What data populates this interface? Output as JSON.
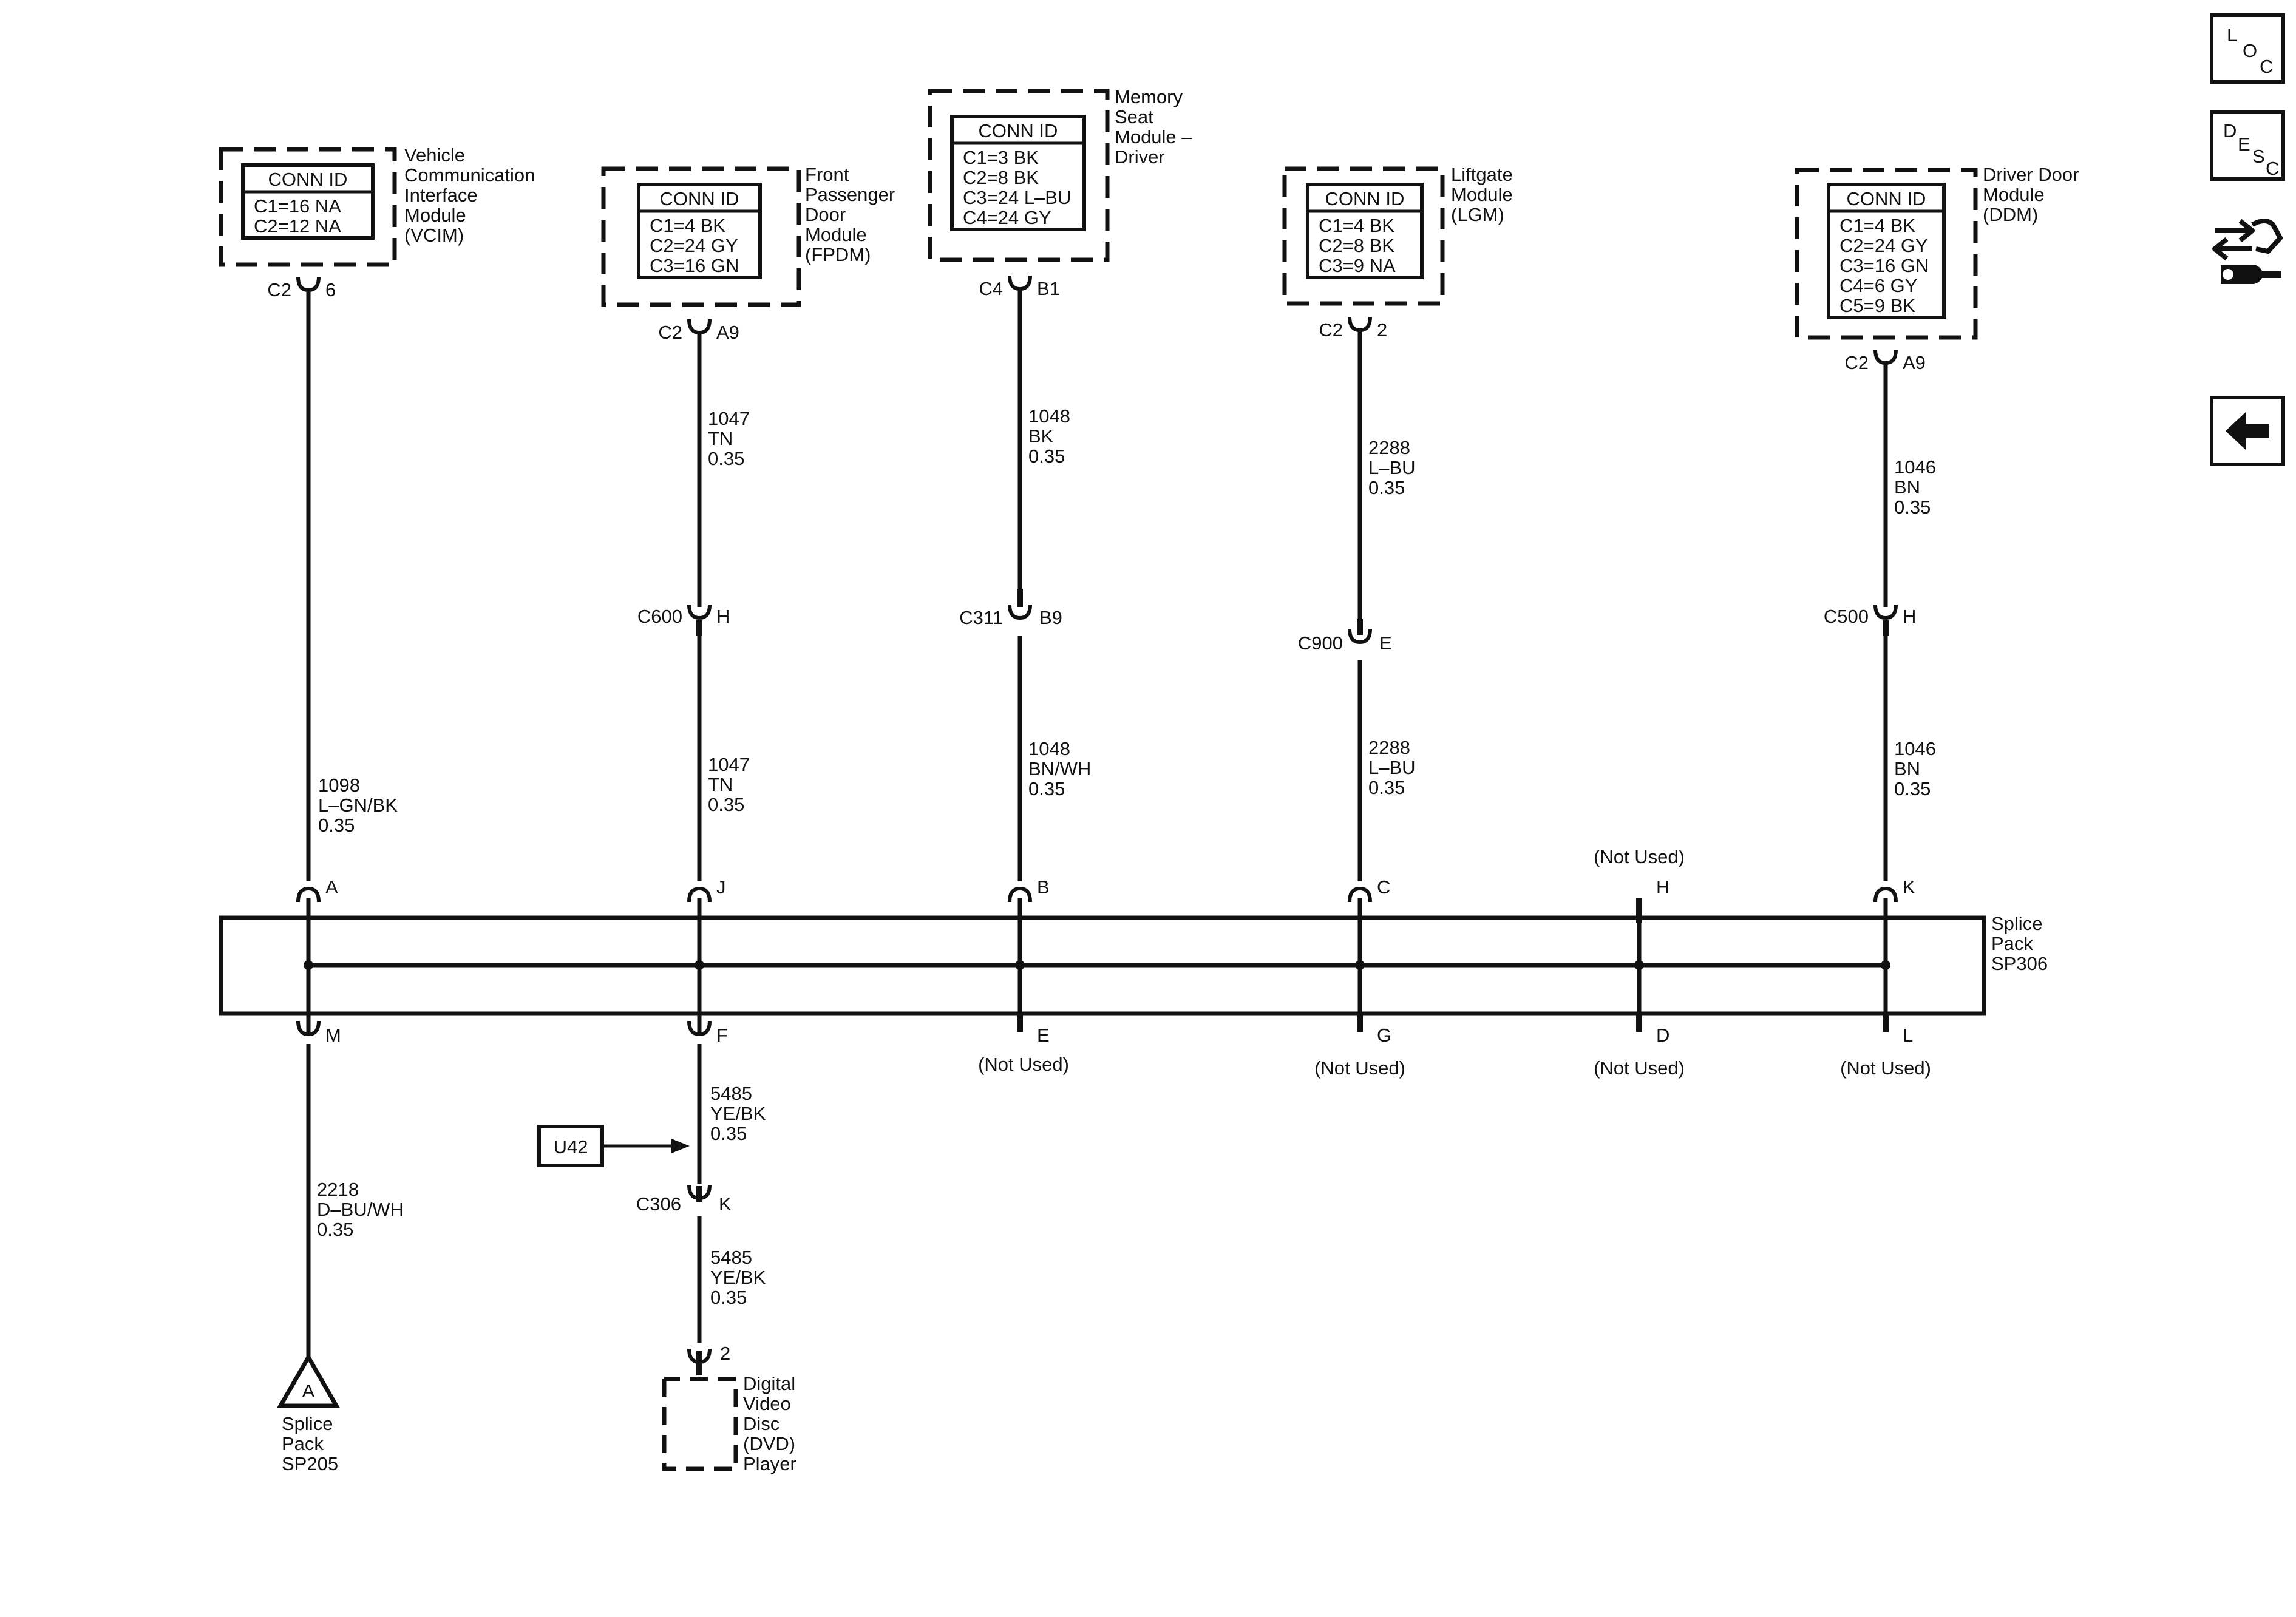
{
  "modules": {
    "vcim": {
      "title": [
        "Vehicle",
        "Communication",
        "Interface",
        "Module",
        "(VCIM)"
      ],
      "header": "CONN ID",
      "rows": [
        "C1=16 NA",
        "C2=12 NA"
      ],
      "pin_left": "C2",
      "pin_right": "6"
    },
    "fpdm": {
      "title": [
        "Front",
        "Passenger",
        "Door",
        "Module",
        "(FPDM)"
      ],
      "header": "CONN ID",
      "rows": [
        "C1=4 BK",
        "C2=24 GY",
        "C3=16 GN"
      ],
      "pin_left": "C2",
      "pin_right": "A9"
    },
    "msm": {
      "title": [
        "Memory",
        "Seat",
        "Module –",
        "Driver"
      ],
      "header": "CONN ID",
      "rows": [
        "C1=3 BK",
        "C2=8 BK",
        "C3=24 L–BU",
        "C4=24 GY"
      ],
      "pin_left": "C4",
      "pin_right": "B1"
    },
    "lgm": {
      "title": [
        "Liftgate",
        "Module",
        "(LGM)"
      ],
      "header": "CONN ID",
      "rows": [
        "C1=4 BK",
        "C2=8 BK",
        "C3=9 NA"
      ],
      "pin_left": "C2",
      "pin_right": "2"
    },
    "ddm": {
      "title": [
        "Driver Door",
        "Module",
        "(DDM)"
      ],
      "header": "CONN ID",
      "rows": [
        "C1=4 BK",
        "C2=24 GY",
        "C3=16 GN",
        "C4=6 GY",
        "C5=9 BK"
      ],
      "pin_left": "C2",
      "pin_right": "A9"
    }
  },
  "wires": {
    "fpdm_upper": [
      "1047",
      "TN",
      "0.35"
    ],
    "msm_upper": [
      "1048",
      "BK",
      "0.35"
    ],
    "lgm_upper": [
      "2288",
      "L–BU",
      "0.35"
    ],
    "ddm_upper": [
      "1046",
      "BN",
      "0.35"
    ],
    "vcim_lower": [
      "1098",
      "L–GN/BK",
      "0.35"
    ],
    "fpdm_lower": [
      "1047",
      "TN",
      "0.35"
    ],
    "msm_lower": [
      "1048",
      "BN/WH",
      "0.35"
    ],
    "lgm_lower": [
      "2288",
      "L–BU",
      "0.35"
    ],
    "ddm_lower": [
      "1046",
      "BN",
      "0.35"
    ],
    "sp205_wire": [
      "2218",
      "D–BU/WH",
      "0.35"
    ],
    "dvd_upper": [
      "5485",
      "YE/BK",
      "0.35"
    ],
    "dvd_lower": [
      "5485",
      "YE/BK",
      "0.35"
    ]
  },
  "inline_connectors": {
    "c600": {
      "name": "C600",
      "pin": "H"
    },
    "c311": {
      "name": "C311",
      "pin": "B9"
    },
    "c900": {
      "name": "C900",
      "pin": "E"
    },
    "c500": {
      "name": "C500",
      "pin": "H"
    },
    "c306": {
      "name": "C306",
      "pin": "K"
    }
  },
  "splice_pack": {
    "label": [
      "Splice",
      "Pack",
      "SP306"
    ],
    "top_pins": [
      "A",
      "J",
      "B",
      "C",
      "H",
      "K"
    ],
    "bottom_pins": [
      "M",
      "F",
      "E",
      "G",
      "D",
      "L"
    ],
    "not_used": "(Not Used)"
  },
  "ref_sp205": {
    "letter": "A",
    "label": [
      "Splice",
      "Pack",
      "SP205"
    ]
  },
  "u42": {
    "label": "U42"
  },
  "dvd": {
    "pin": "2",
    "label": [
      "Digital",
      "Video",
      "Disc",
      "(DVD)",
      "Player"
    ]
  },
  "nav": {
    "loc": [
      "L",
      "O",
      "C"
    ],
    "desc": [
      "D",
      "E",
      "S",
      "C"
    ]
  }
}
